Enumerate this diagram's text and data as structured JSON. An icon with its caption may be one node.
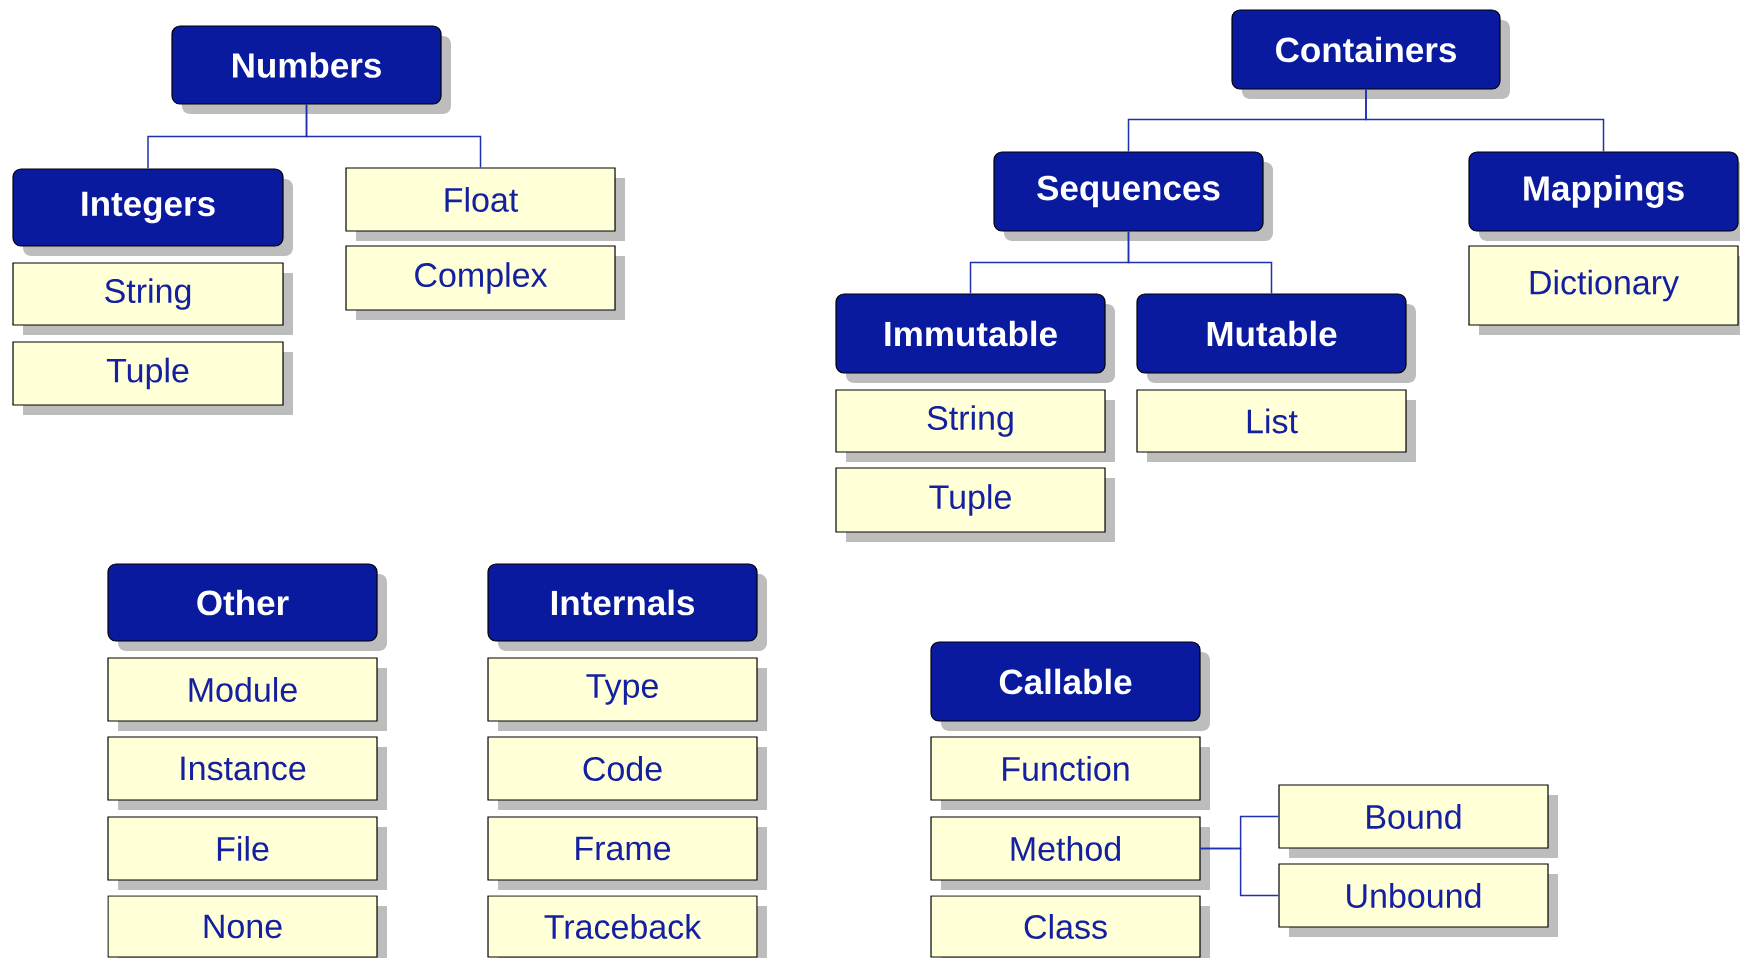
{
  "diagram": {
    "nodes": [
      {
        "text": [
          "Numbers"
        ]
      },
      {
        "text": [
          "Integers"
        ]
      },
      {
        "text": [
          "String"
        ]
      },
      {
        "text": [
          "Tuple"
        ]
      },
      {
        "text": [
          "Float"
        ]
      },
      {
        "text": [
          "Complex"
        ]
      },
      {
        "text": [
          "Containers"
        ]
      },
      {
        "text": [
          "Sequences"
        ]
      },
      {
        "text": [
          "Immutable"
        ]
      },
      {
        "text": [
          "String"
        ]
      },
      {
        "text": [
          "Tuple"
        ]
      },
      {
        "text": [
          "Mutable"
        ]
      },
      {
        "text": [
          "List"
        ]
      },
      {
        "text": [
          "Mappings"
        ]
      },
      {
        "text": [
          "Dictionary"
        ]
      },
      {
        "text": [
          "Other"
        ]
      },
      {
        "text": [
          "Module"
        ]
      },
      {
        "text": [
          "Instance"
        ]
      },
      {
        "text": [
          "File"
        ]
      },
      {
        "text": [
          "None"
        ]
      },
      {
        "text": [
          "Internals"
        ]
      },
      {
        "text": [
          "Type"
        ]
      },
      {
        "text": [
          "Code"
        ]
      },
      {
        "text": [
          "Frame"
        ]
      },
      {
        "text": [
          "Traceback"
        ]
      },
      {
        "text": [
          "Callable"
        ]
      },
      {
        "text": [
          "Function"
        ]
      },
      {
        "text": [
          "Method"
        ]
      },
      {
        "text": [
          "Class"
        ]
      },
      {
        "text": [
          "Bound"
        ]
      },
      {
        "text": [
          "Unbound"
        ]
      }
    ],
    "edges": [
      {
        "from": 0,
        "to": 1,
        "arrow": "none"
      },
      {
        "from": 0,
        "to": 4,
        "arrow": "none"
      },
      {
        "from": 6,
        "to": 7,
        "arrow": "none"
      },
      {
        "from": 6,
        "to": 13,
        "arrow": "none"
      },
      {
        "from": 7,
        "to": 8,
        "arrow": "none"
      },
      {
        "from": 7,
        "to": 11,
        "arrow": "none"
      },
      {
        "from": 27,
        "to": 29,
        "arrow": "none"
      },
      {
        "from": 27,
        "to": 30,
        "arrow": "none"
      }
    ]
  }
}
